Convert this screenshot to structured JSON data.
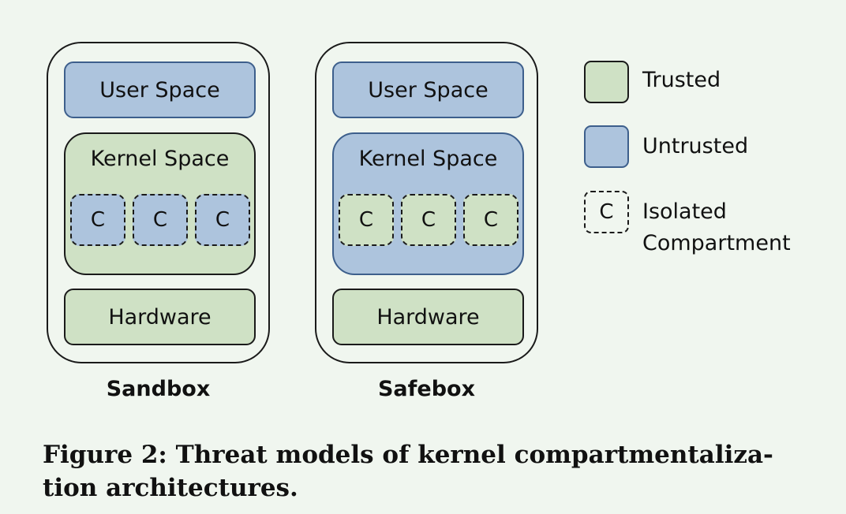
{
  "models": [
    {
      "label": "Sandbox",
      "user_space": "User Space",
      "kernel_space": "Kernel Space",
      "hardware": "Hardware",
      "compartments": [
        "C",
        "C",
        "C"
      ]
    },
    {
      "label": "Safebox",
      "user_space": "User Space",
      "kernel_space": "Kernel Space",
      "hardware": "Hardware",
      "compartments": [
        "C",
        "C",
        "C"
      ]
    }
  ],
  "legend": {
    "trusted": "Trusted",
    "untrusted": "Untrusted",
    "compartment_symbol": "C",
    "compartment_line1": "Isolated",
    "compartment_line2": "Compartment"
  },
  "caption": {
    "line1": "Figure 2: Threat models of kernel compartmentaliza-",
    "line2": "tion architectures."
  },
  "colors": {
    "trusted": "#cfe1c5",
    "untrusted": "#adc4dd",
    "background": "#f0f6ef"
  }
}
